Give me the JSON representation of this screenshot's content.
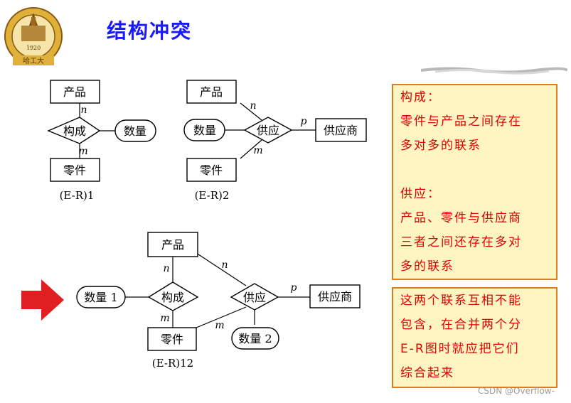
{
  "title": "结构冲突",
  "logo": {
    "year": "1920",
    "text": "哈工大"
  },
  "diagram1": {
    "entity_top": "产品",
    "relation": "构成",
    "attribute": "数量",
    "entity_bottom": "零件",
    "card_top": "n",
    "card_bottom": "m",
    "caption": "(E-R)1"
  },
  "diagram2": {
    "entity_top": "产品",
    "attribute": "数量",
    "relation": "供应",
    "entity_right": "供应商",
    "entity_bottom": "零件",
    "card_top": "n",
    "card_bottom": "m",
    "card_right": "p",
    "caption": "(E-R)2"
  },
  "diagram12": {
    "entity_top": "产品",
    "attribute1": "数量 1",
    "relation1": "构成",
    "relation2": "供应",
    "entity_right": "供应商",
    "entity_bottom": "零件",
    "attribute2": "数量 2",
    "card_n1": "n",
    "card_m1": "m",
    "card_n2": "n",
    "card_m2": "m",
    "card_p": "p",
    "caption": "(E-R)12"
  },
  "note1": {
    "lines": [
      "构成：",
      "零件与产品之间存在",
      "多对多的联系",
      "",
      "供应：",
      "产品、零件与供应商",
      "三者之间还存在多对",
      "多的联系"
    ]
  },
  "note2": {
    "lines": [
      "这两个联系互相不能",
      "包含，在合并两个分",
      "E-R图时就应把它们",
      "综合起来"
    ]
  },
  "watermark": "CSDN @Overflow-",
  "colors": {
    "title": "#1a1aff",
    "note_text": "#e00000",
    "note_bg": "#fff5c2",
    "note_border": "#e07b1a",
    "arrow": "#e02020"
  }
}
